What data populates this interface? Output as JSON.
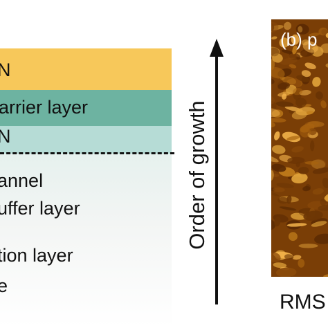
{
  "layers": {
    "cap": "N",
    "barrier": "arrier layer",
    "spacer": "N",
    "channel": "annel",
    "buffer": "uffer layer",
    "nucleation": "tion layer",
    "substrate": "e"
  },
  "colors": {
    "cap": "#f7c85a",
    "barrier": "#6db3a1",
    "spacer": "#b6dcd6",
    "lower": "#eef4f2",
    "interface_line": "#111111",
    "afm_base": "#7a3e06",
    "afm_highlight": "#f2b24a"
  },
  "arrow": {
    "label": "Order of growth"
  },
  "afm_panel": {
    "label": "(b) p"
  },
  "footer": {
    "rms_label": "RMS"
  }
}
